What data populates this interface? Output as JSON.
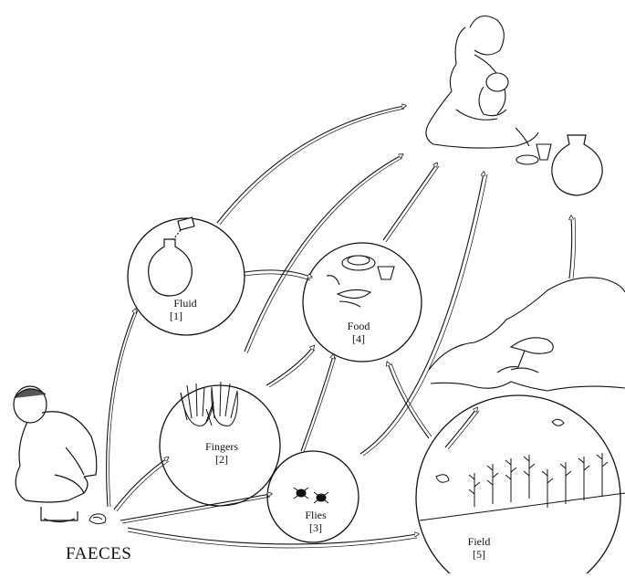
{
  "source": {
    "label": "FAECES"
  },
  "routes": [
    {
      "name": "Fluid",
      "number": "[1]"
    },
    {
      "name": "Fingers",
      "number": "[2]"
    },
    {
      "name": "Flies",
      "number": "[3]"
    },
    {
      "name": "Food",
      "number": "[4]"
    },
    {
      "name": "Field",
      "number": "[5]"
    }
  ],
  "figures": {
    "person_squatting": "squatting-person-icon",
    "mother_child": "mother-feeding-child-icon",
    "water_pot": "water-pot-icon",
    "fish_in_water": "fish-in-water-icon",
    "crops": "crop-field-icon"
  },
  "colors": {
    "ink": "#111111",
    "background": "#ffffff"
  }
}
